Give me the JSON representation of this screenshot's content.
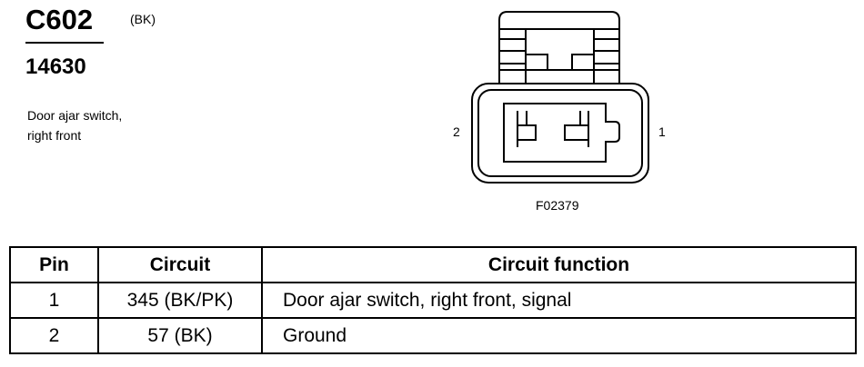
{
  "connector": {
    "id": "C602",
    "color": "(BK)",
    "part_number": "14630",
    "description_line1": "Door ajar switch,",
    "description_line2": "right front"
  },
  "diagram": {
    "pin_left": "2",
    "pin_right": "1",
    "figure_id": "F02379"
  },
  "table": {
    "headers": [
      "Pin",
      "Circuit",
      "Circuit function"
    ],
    "rows": [
      {
        "pin": "1",
        "circuit": "345 (BK/PK)",
        "function": "Door ajar switch, right front, signal"
      },
      {
        "pin": "2",
        "circuit": "57 (BK)",
        "function": "Ground"
      }
    ]
  }
}
